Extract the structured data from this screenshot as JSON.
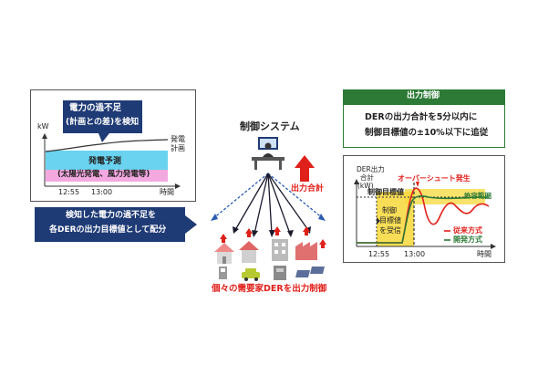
{
  "left_panel": {
    "callout": [
      "電力の過不足",
      "(計画との差)を検知"
    ],
    "axis_y": "kW",
    "plan_label": [
      "発電",
      "計画"
    ],
    "forecast": [
      "発電予測",
      "(太陽光発電、風力発電等)"
    ],
    "tick_1255": "12:55",
    "tick_1300": "13:00",
    "axis_x": "時間"
  },
  "center": {
    "system_label": "制御システム",
    "output_total": "出力合計",
    "der_caption": "個々の需要家DERを出力制御"
  },
  "allocation_box": [
    "検知した電力の過不足を",
    "各DERの出力目標値として配分"
  ],
  "right_panel": {
    "header": "出力制御",
    "description": [
      "DERの出力合計を5分以内に",
      "制御目標値の±10%以下に追従"
    ],
    "axis_y": [
      "DER出力",
      "合計",
      "(kW)"
    ],
    "target_label": "制御目標値",
    "receive_label": [
      "制御",
      "目標値",
      "を受信"
    ],
    "overshoot": "オーバーシュート発生",
    "tolerance": "許容範囲",
    "legend_conventional": "従来方式",
    "legend_developed": "開発方式",
    "tick_1255": "12:55",
    "tick_1300": "13:00",
    "axis_x": "時間"
  },
  "colors": {
    "navy": "#1f3b75",
    "green": "#2c7a35",
    "red": "#e0201a",
    "yellow": "#f7d83a",
    "forecast_blue": "#6ad3f0",
    "forecast_pink": "#f3a8e0"
  }
}
